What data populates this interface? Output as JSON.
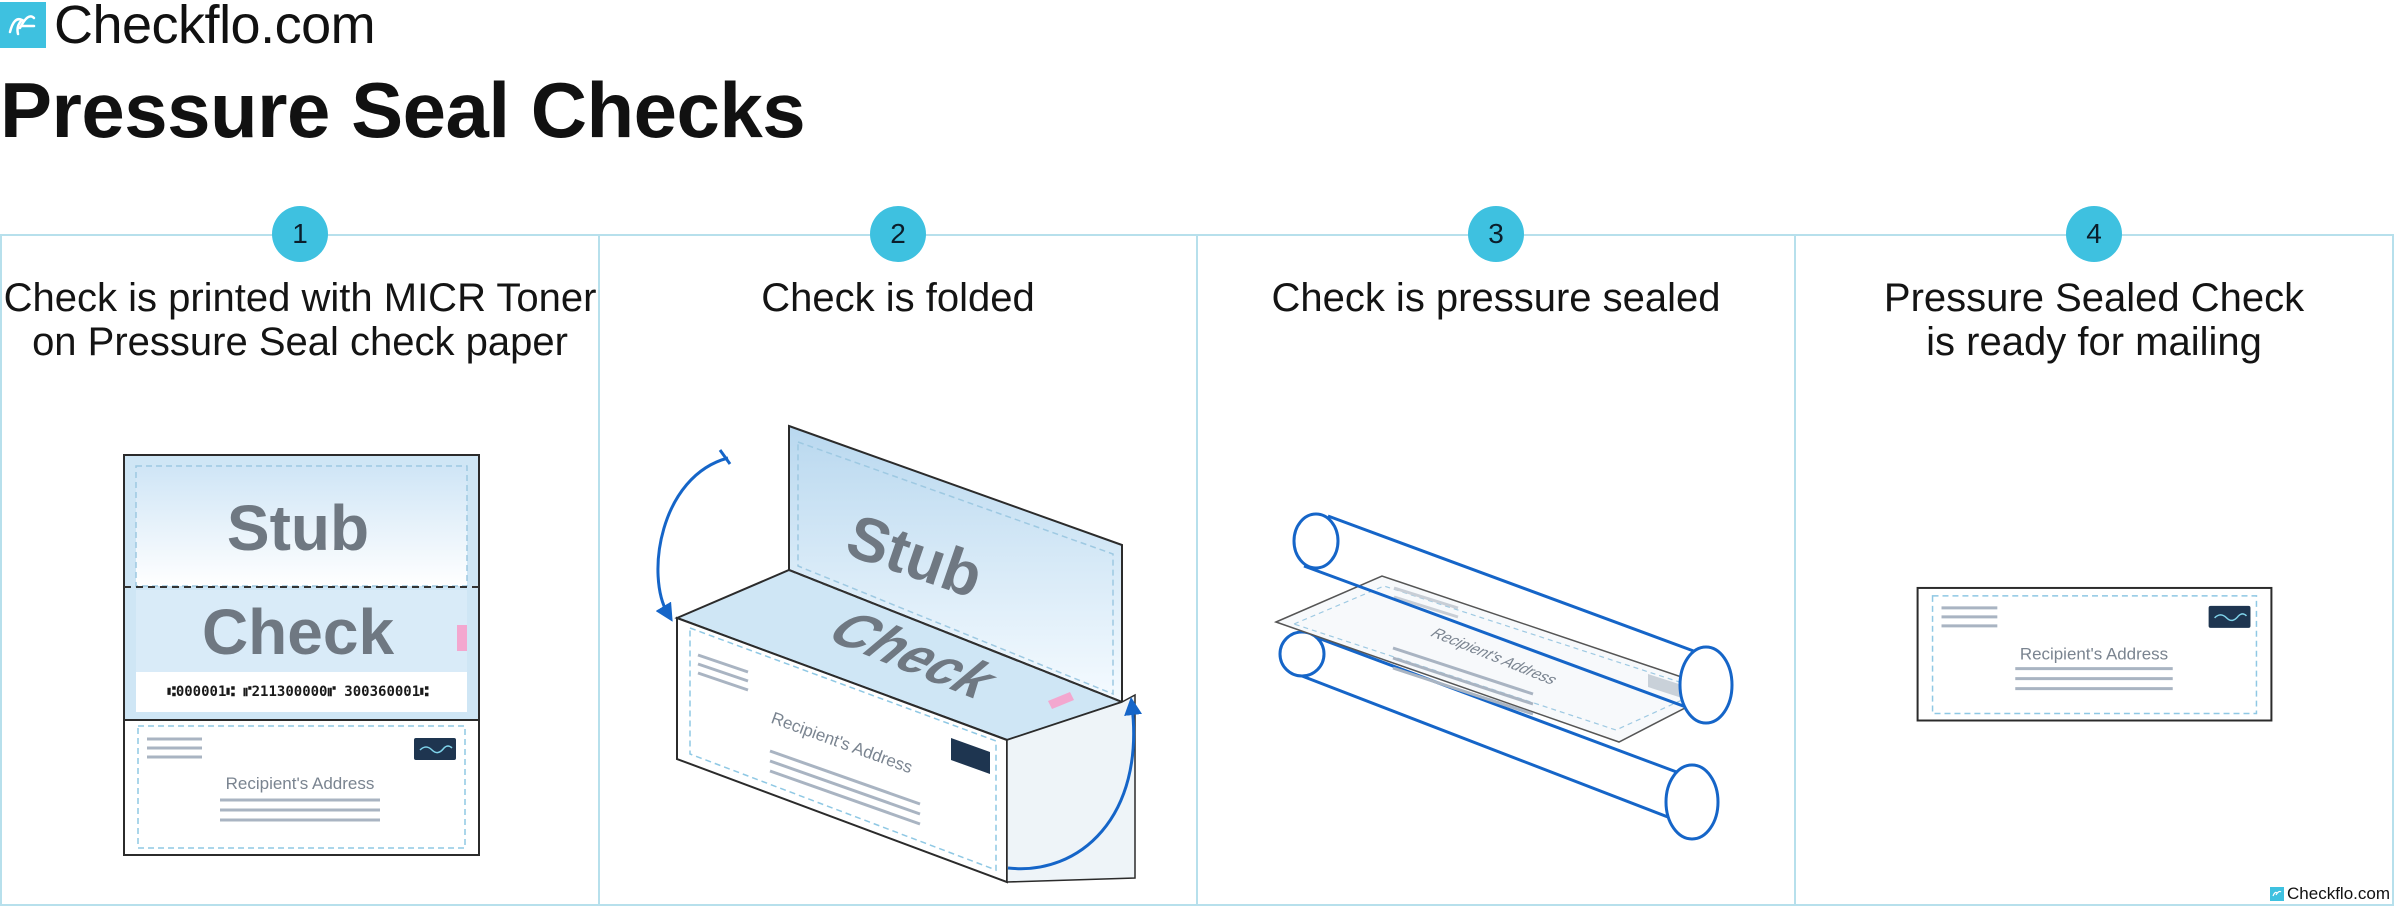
{
  "brand": {
    "name": "Checkflo.com",
    "logo_icon": "checkflo-logo-icon",
    "accent": "#3ec1e0"
  },
  "page": {
    "title": "Pressure Seal Checks"
  },
  "steps": [
    {
      "number": "1",
      "caption_lines": [
        "Check is printed with MICR Toner",
        "on Pressure Seal check paper"
      ]
    },
    {
      "number": "2",
      "caption_lines": [
        "Check is folded"
      ]
    },
    {
      "number": "3",
      "caption_lines": [
        "Check is pressure sealed"
      ]
    },
    {
      "number": "4",
      "caption_lines": [
        "Pressure Sealed Check",
        "is ready for mailing"
      ]
    }
  ],
  "labels": {
    "stub": "Stub",
    "check": "Check",
    "micr": "⑆000001⑆  ⑈211300000⑈  300360001⑆",
    "recipient_address": "Recipient's Address"
  },
  "footer": {
    "brand": "Checkflo.com"
  },
  "colors": {
    "panel_border": "#b7e0ec",
    "sheet_blue": "#cfe6f5",
    "arrow_blue": "#1565c8",
    "stamp_navy": "#1e3550",
    "tab_pink": "#f3a7cf"
  }
}
